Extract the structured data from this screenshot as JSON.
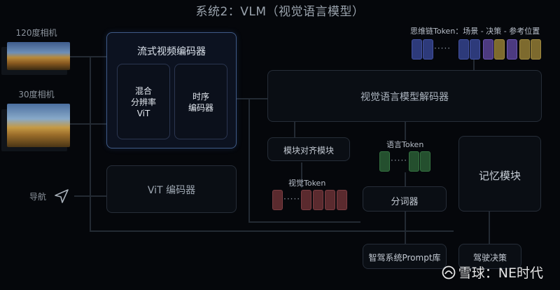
{
  "title": "系统2：VLM（视觉语言模型）",
  "corner_text": "",
  "cameras": [
    {
      "label": "120度相机"
    },
    {
      "label": "30度相机"
    }
  ],
  "nav": {
    "label": "导航",
    "icon": "navigation-arrow-icon"
  },
  "stream_encoder": {
    "title": "流式视频编码器",
    "vit": "混合\n分辨率\nViT",
    "temporal": "时序\n编码器"
  },
  "vit_encoder": {
    "label": "ViT 编码器"
  },
  "decoder": {
    "label": "视觉语言模型解码器"
  },
  "align": {
    "label": "模块对齐模块"
  },
  "memory": {
    "label": "记忆模块"
  },
  "tokenizer": {
    "label": "分词器"
  },
  "prompt_lib": {
    "label": "智驾系统Prompt库"
  },
  "decision": {
    "label": "驾驶决策"
  },
  "tokens": {
    "cot": {
      "label": "思维链Token：场景 - 决策 - 参考位置",
      "dots": "·····"
    },
    "lang": {
      "label": "语言Token",
      "dots": "·····"
    },
    "vis": {
      "label": "视觉Token",
      "dots": "·····"
    }
  },
  "watermark": {
    "text": "雪球：NE时代"
  },
  "colors": {
    "highlight_border": "#3f5a86",
    "token_blue": "#2d3a7a",
    "token_purple": "#4c3a80",
    "token_gold": "#7d6a2e",
    "token_green": "#244f2e",
    "token_red": "#5a2a2e"
  }
}
